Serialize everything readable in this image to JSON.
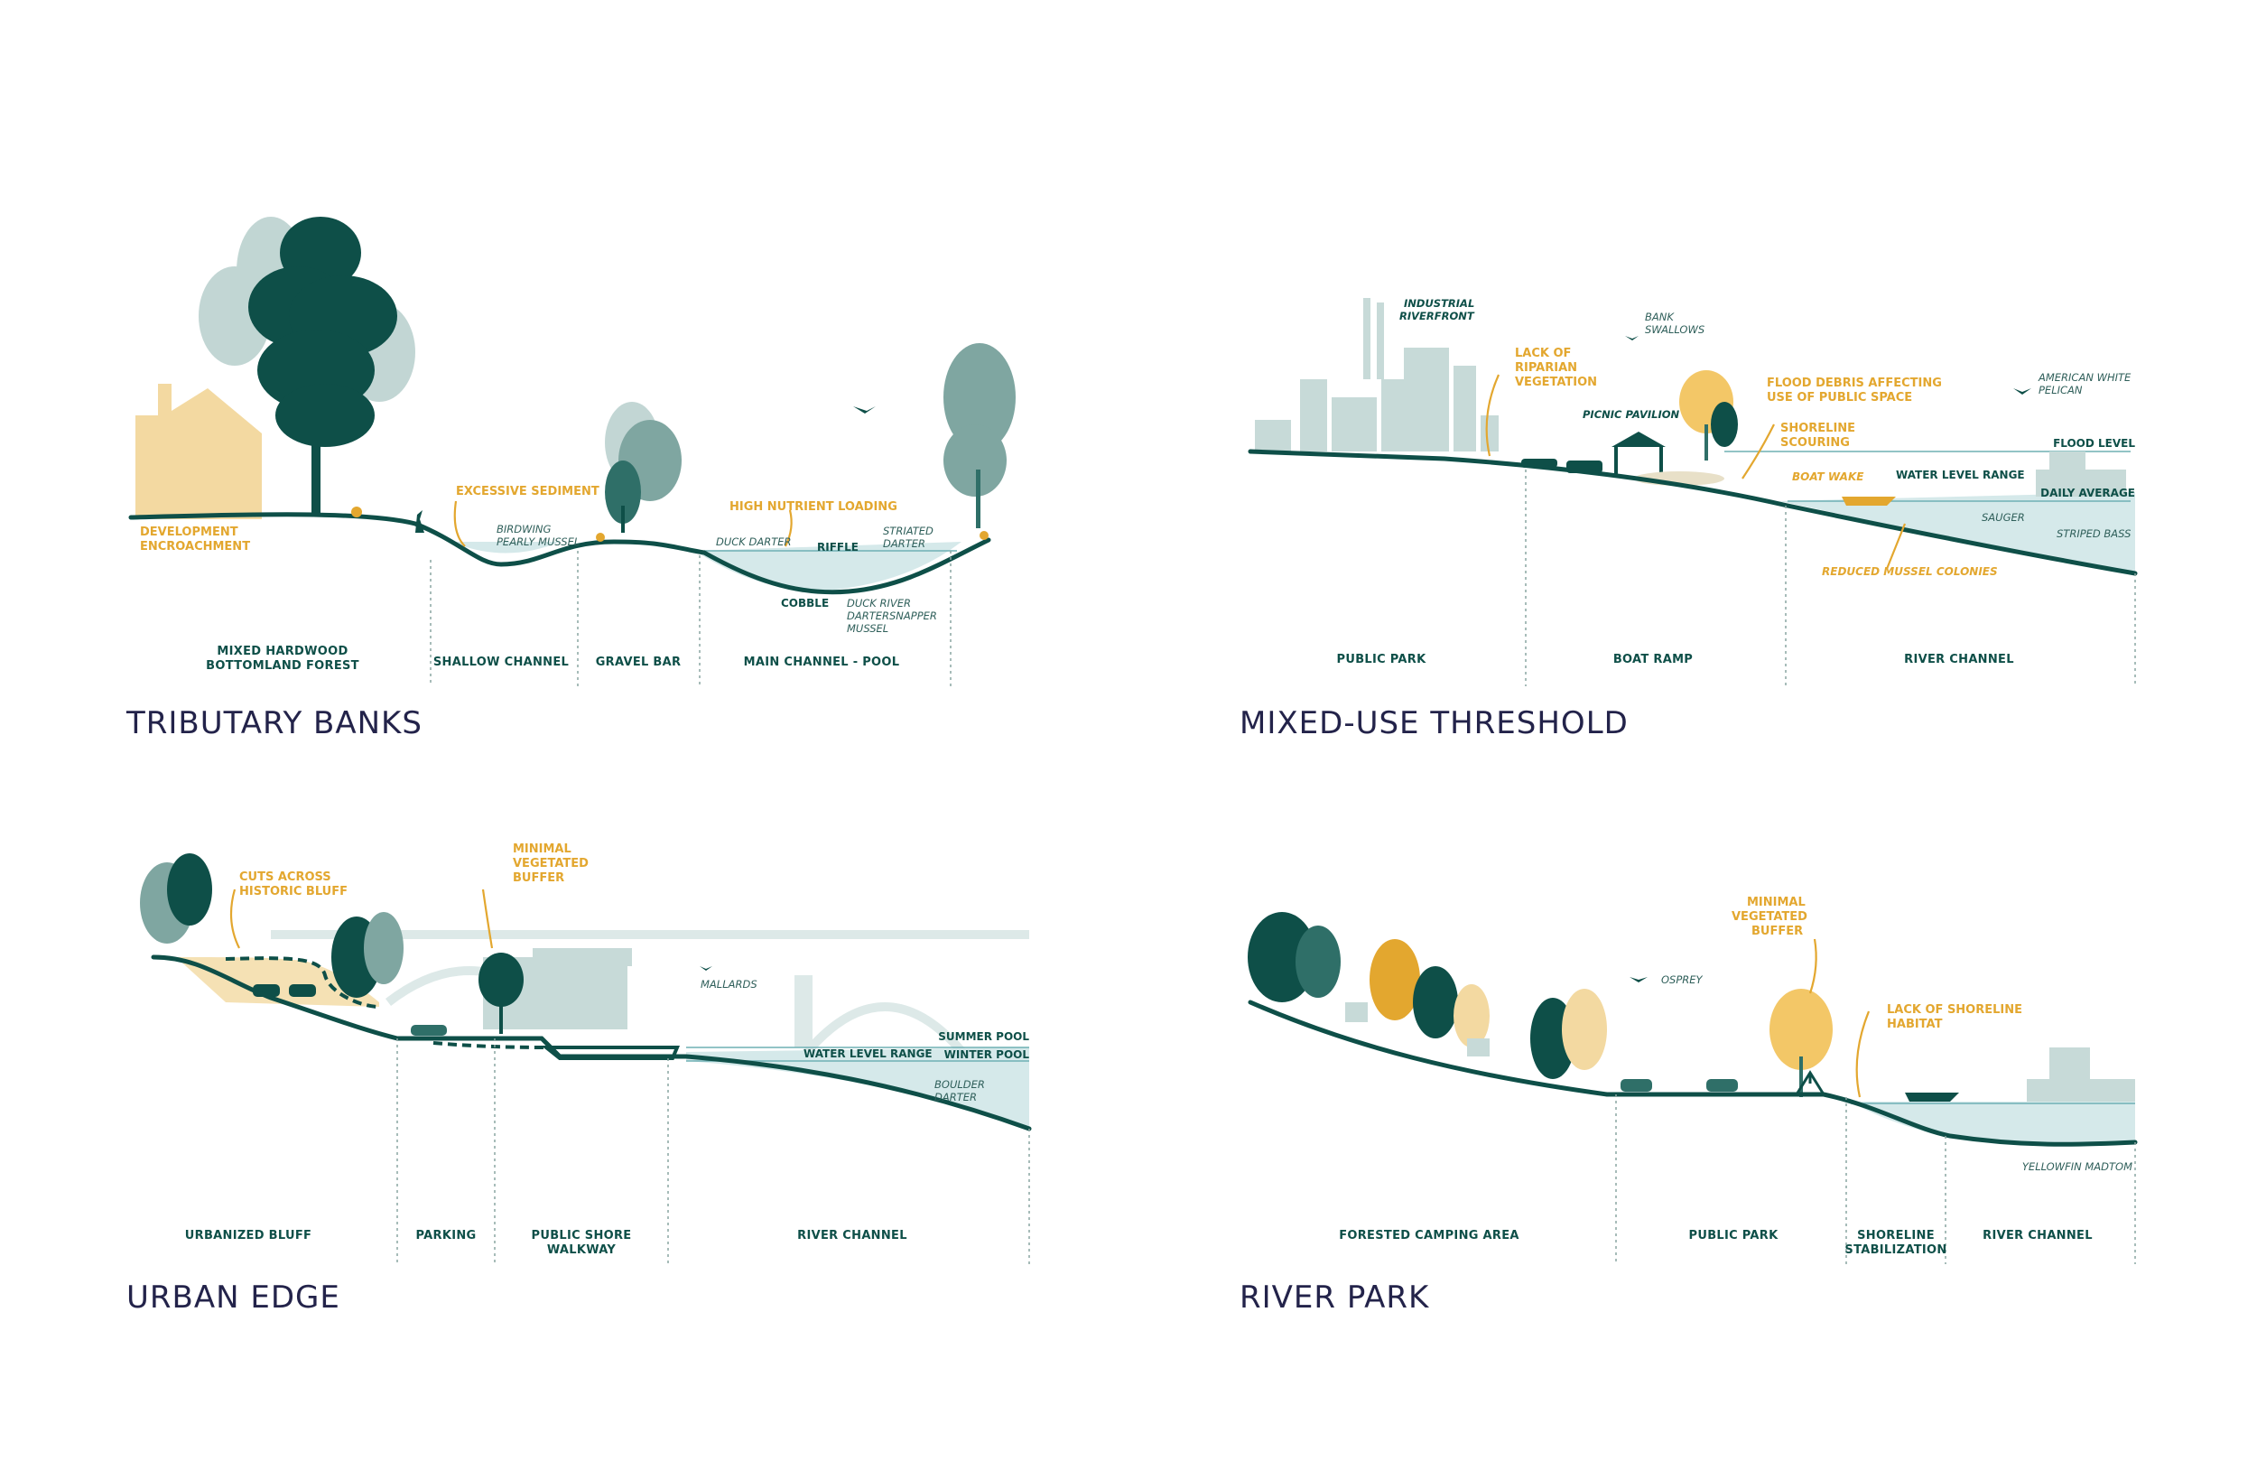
{
  "palette": {
    "dark_teal": "#0e4f48",
    "mid_teal": "#2f6f68",
    "pale_teal": "#b7cfcc",
    "gold": "#e3a72f",
    "pale_gold": "#f3d9a1",
    "water": "#d5e9ea",
    "title_navy": "#23234a"
  },
  "sections": {
    "tributary": {
      "title": "TRIBUTARY BANKS",
      "zones": {
        "z1a": "MIXED HARDWOOD",
        "z1b": "BOTTOMLAND FOREST",
        "z2": "SHALLOW CHANNEL",
        "z3": "GRAVEL BAR",
        "z4": "MAIN CHANNEL - POOL"
      },
      "labels": {
        "dev1": "DEVELOPMENT",
        "dev2": "ENCROACHMENT",
        "sediment": "EXCESSIVE SEDIMENT",
        "nutrient": "HIGH NUTRIENT LOADING",
        "birdwing1": "BIRDWING",
        "birdwing2": "PEARLY MUSSEL",
        "duck_darter": "DUCK DARTER",
        "riffle": "RIFFLE",
        "striated1": "STRIATED",
        "striated2": "DARTER",
        "cobble": "COBBLE",
        "dr1": "DUCK RIVER",
        "dr2": "DARTERSNAPPER",
        "dr3": "MUSSEL"
      }
    },
    "mixed": {
      "title": "MIXED-USE THRESHOLD",
      "zones": {
        "z1": "PUBLIC PARK",
        "z2": "BOAT RAMP",
        "z3": "RIVER CHANNEL"
      },
      "labels": {
        "industrial1": "INDUSTRIAL",
        "industrial2": "RIVERFRONT",
        "bank1": "BANK",
        "bank2": "SWALLOWS",
        "riparian1": "LACK OF",
        "riparian2": "RIPARIAN",
        "riparian3": "VEGETATION",
        "pavilion": "PICNIC PAVILION",
        "debris1": "FLOOD DEBRIS AFFECTING",
        "debris2": "USE OF PUBLIC SPACE",
        "scour1": "SHORELINE",
        "scour2": "SCOURING",
        "pelican1": "AMERICAN WHITE",
        "pelican2": "PELICAN",
        "flood_level": "FLOOD LEVEL",
        "water_range": "WATER LEVEL RANGE",
        "boat_wake": "BOAT WAKE",
        "daily_avg": "DAILY AVERAGE",
        "sauger": "SAUGER",
        "striped_bass": "STRIPED BASS",
        "reduced_mussel": "REDUCED MUSSEL COLONIES"
      }
    },
    "urban": {
      "title": "URBAN EDGE",
      "zones": {
        "z1": "URBANIZED BLUFF",
        "z2": "PARKING",
        "z3a": "PUBLIC SHORE",
        "z3b": "WALKWAY",
        "z4": "RIVER CHANNEL"
      },
      "labels": {
        "cuts1": "CUTS ACROSS",
        "cuts2": "HISTORIC BLUFF",
        "buffer1": "MINIMAL",
        "buffer2": "VEGETATED",
        "buffer3": "BUFFER",
        "mallards": "MALLARDS",
        "summer_pool": "SUMMER POOL",
        "winter_pool": "WINTER POOL",
        "water_range": "WATER LEVEL RANGE",
        "boulder1": "BOULDER",
        "boulder2": "DARTER"
      }
    },
    "riverpark": {
      "title": "RIVER PARK",
      "zones": {
        "z1": "FORESTED CAMPING AREA",
        "z2": "PUBLIC PARK",
        "z3a": "SHORELINE",
        "z3b": "STABILIZATION",
        "z4": "RIVER CHANNEL"
      },
      "labels": {
        "buffer1": "MINIMAL",
        "buffer2": "VEGETATED",
        "buffer3": "BUFFER",
        "osprey": "OSPREY",
        "habitat1": "LACK OF SHORELINE",
        "habitat2": "HABITAT",
        "madtom": "YELLOWFIN MADTOM"
      }
    }
  }
}
